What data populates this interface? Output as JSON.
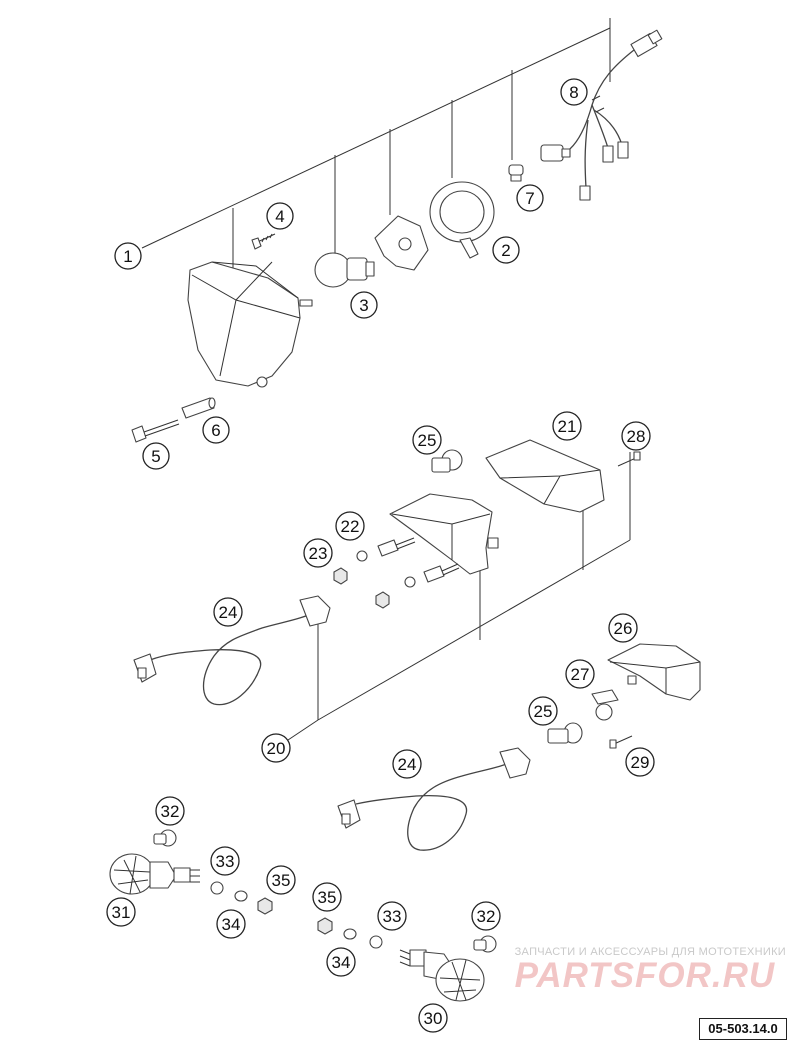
{
  "diagram": {
    "reference_code": "05-503.14.0",
    "watermark": {
      "tagline": "ЗАПЧАСТИ И АКСЕССУАРЫ ДЛЯ МОТОТЕХНИКИ",
      "brand": "PARTSFOR.RU"
    },
    "callouts": [
      "1",
      "2",
      "3",
      "4",
      "5",
      "6",
      "7",
      "8",
      "20",
      "21",
      "22",
      "23",
      "24",
      "25",
      "26",
      "27",
      "28",
      "29",
      "30",
      "31",
      "32",
      "33",
      "34",
      "35"
    ]
  }
}
